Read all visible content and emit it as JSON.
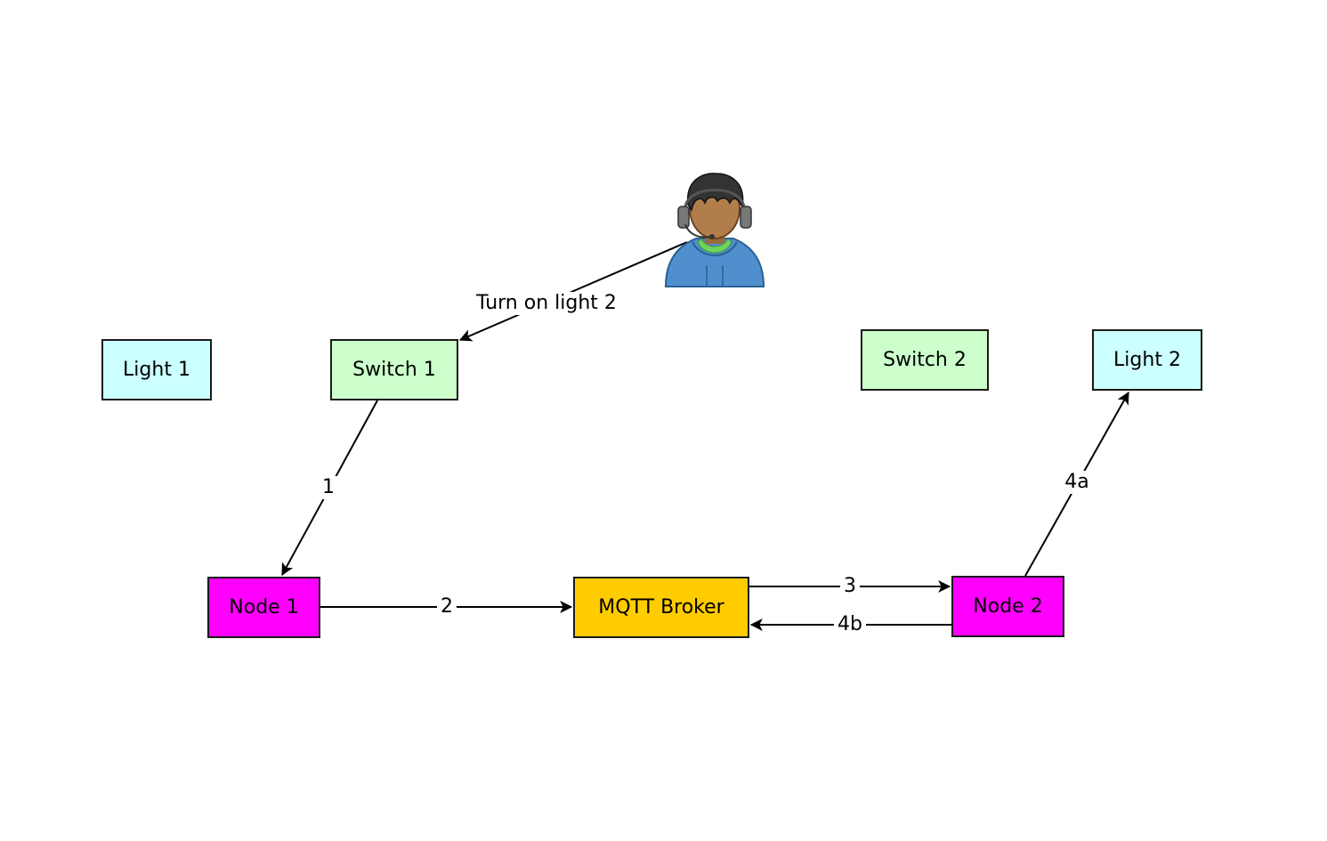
{
  "nodes": {
    "light1": {
      "label": "Light 1",
      "color": "#ccffff"
    },
    "switch1": {
      "label": "Switch 1",
      "color": "#ccffcc"
    },
    "switch2": {
      "label": "Switch 2",
      "color": "#ccffcc"
    },
    "light2": {
      "label": "Light 2",
      "color": "#ccffff"
    },
    "node1": {
      "label": "Node 1",
      "color": "#ff00ff"
    },
    "broker": {
      "label": "MQTT Broker",
      "color": "#ffcc00"
    },
    "node2": {
      "label": "Node 2",
      "color": "#ff00ff"
    }
  },
  "user": {
    "icon": "user-headset-icon"
  },
  "edges": {
    "user_to_switch1": "Turn on light 2",
    "switch1_to_node1": "1",
    "node1_to_broker": "2",
    "broker_to_node2": "3",
    "node2_to_light2": "4a",
    "node2_to_broker": "4b"
  }
}
